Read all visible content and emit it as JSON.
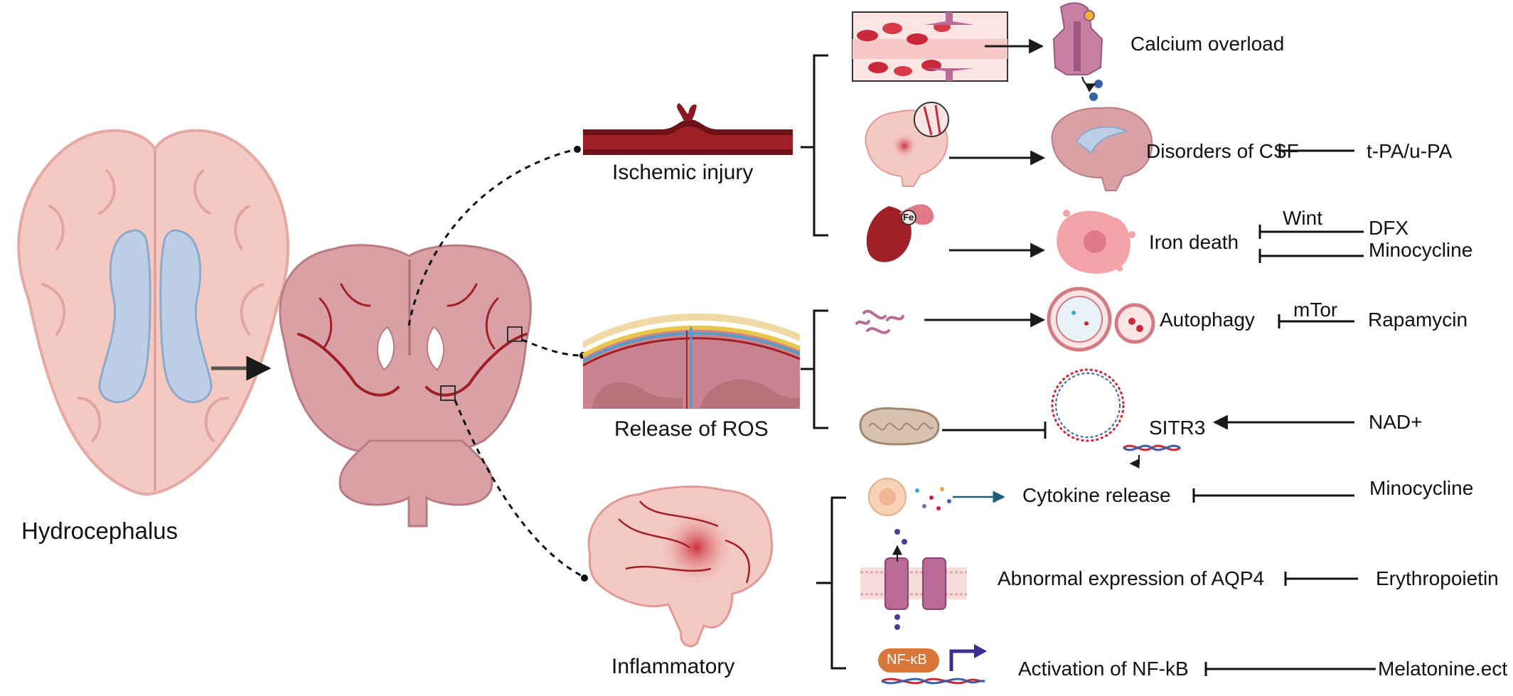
{
  "colors": {
    "tissue": "#f3c9c2",
    "tissue_dark": "#c9838e",
    "ventricle": "#bccfe6",
    "vessel": "#a11f26",
    "vessel_dark": "#6e1218",
    "arrow": "#1a1a1a",
    "purple": "#b96a97",
    "nfkb": "#d9773a"
  },
  "labels": {
    "hydrocephalus": "Hydrocephalus",
    "ischemic": "Ischemic injury",
    "ros": "Release of ROS",
    "inflammatory": "Inflammatory",
    "calcium": "Calcium overload",
    "csf": "Disorders of CSF",
    "tpa": "t-PA/u-PA",
    "iron_death": "Iron death",
    "wint": "Wint",
    "dfx": "DFX",
    "minocycline1": "Minocycline",
    "autophagy": "Autophagy",
    "mtor": "mTor",
    "rapamycin": "Rapamycin",
    "sitr3": "SITR3",
    "nad": "NAD+",
    "cytokine": "Cytokine release",
    "minocycline2": "Minocycline",
    "aqp4": "Abnormal expression of AQP4",
    "erythropoietin": "Erythropoietin",
    "nfkb_act": "Activation of NF-kB",
    "melatonine": "Melatonine.ect",
    "nfkb_badge": "NF-κB",
    "fe_badge": "Fe"
  }
}
